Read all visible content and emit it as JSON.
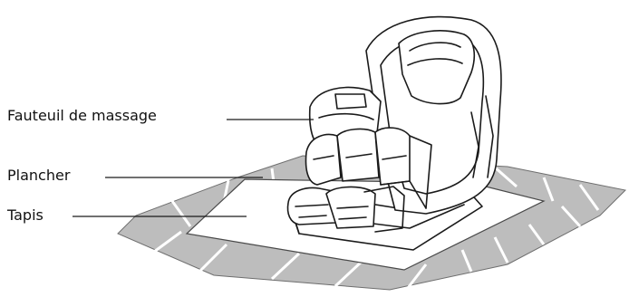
{
  "labels": {
    "chair": "Fauteuil de massage",
    "floor": "Plancher",
    "mat": "Tapis"
  },
  "colors": {
    "floor_tile": "#bdbdbd",
    "tile_stroke": "#6e6e6e",
    "mat": "#ffffff",
    "line": "#1a1a1a"
  },
  "icons": {
    "chair": "massage-chair-icon"
  }
}
